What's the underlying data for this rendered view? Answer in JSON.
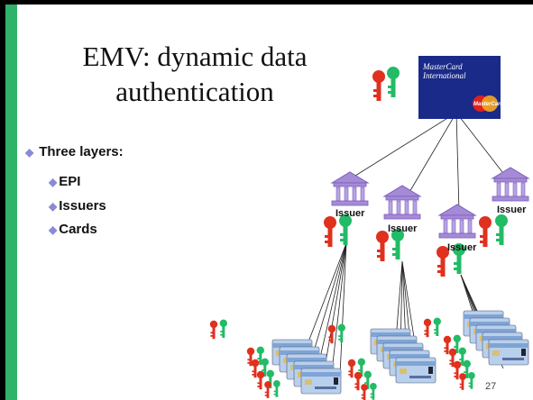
{
  "title": {
    "line1": "EMV: dynamic data",
    "line2": "authentication"
  },
  "bullets": {
    "main": "Three layers:",
    "sub": [
      "EPI",
      "Issuers",
      "Cards"
    ]
  },
  "logo": {
    "line1": "MasterCard",
    "line2": "International",
    "mini": "MasterCard"
  },
  "issuers": [
    "Issuer",
    "Issuer",
    "Issuer",
    "Issuer"
  ],
  "page_number": "27",
  "colors": {
    "accent_bar": "#2fb36a",
    "private_key": "#e0301e",
    "public_key": "#22bb66",
    "bank": "#a58ad8",
    "logo_bg": "#1a2a88"
  },
  "icons": [
    "key-pair-icon",
    "bank-icon",
    "credit-card-icon",
    "mastercard-logo"
  ]
}
